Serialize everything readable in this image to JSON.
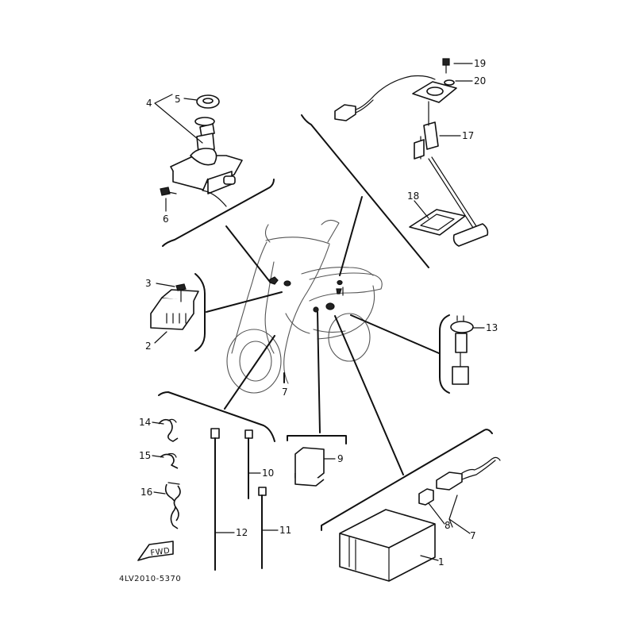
{
  "labels": {
    "p1": "1",
    "p2": "2",
    "p3": "3",
    "p4": "4",
    "p5": "5",
    "p6": "6",
    "p7a": "7",
    "p7b": "7",
    "p8": "8",
    "p9": "9",
    "p10": "10",
    "p11": "11",
    "p12": "12",
    "p13": "13",
    "p14": "14",
    "p15": "15",
    "p16": "16",
    "p17": "17",
    "p18": "18",
    "p19": "19",
    "p20": "20"
  },
  "fwd_mark": "FWD",
  "drawing_code": "4LV2010-5370"
}
